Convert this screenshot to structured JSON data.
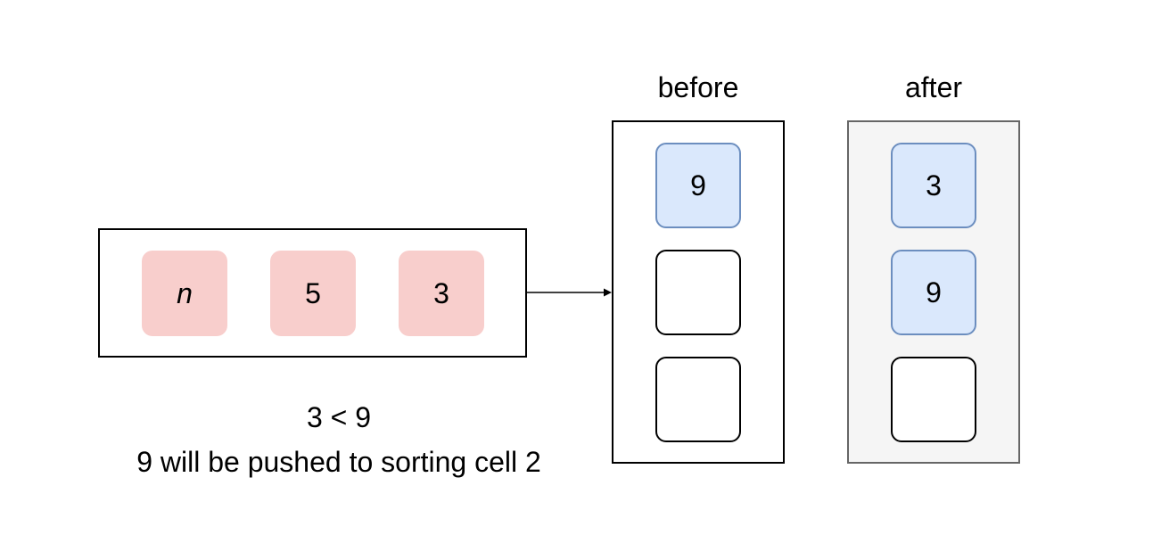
{
  "input": {
    "items": [
      "n",
      "5",
      "3"
    ]
  },
  "before": {
    "title": "before",
    "cells": [
      "9",
      "",
      ""
    ]
  },
  "after": {
    "title": "after",
    "cells": [
      "3",
      "9",
      ""
    ]
  },
  "caption": {
    "comparison": "3 < 9",
    "explanation": "9 will be pushed to sorting cell 2"
  },
  "colors": {
    "input_cell_fill": "#f8cecc",
    "sorted_cell_fill": "#dae8fc",
    "sorted_cell_border": "#6c8ebf",
    "after_panel_fill": "#f5f5f5",
    "after_panel_border": "#666666"
  }
}
